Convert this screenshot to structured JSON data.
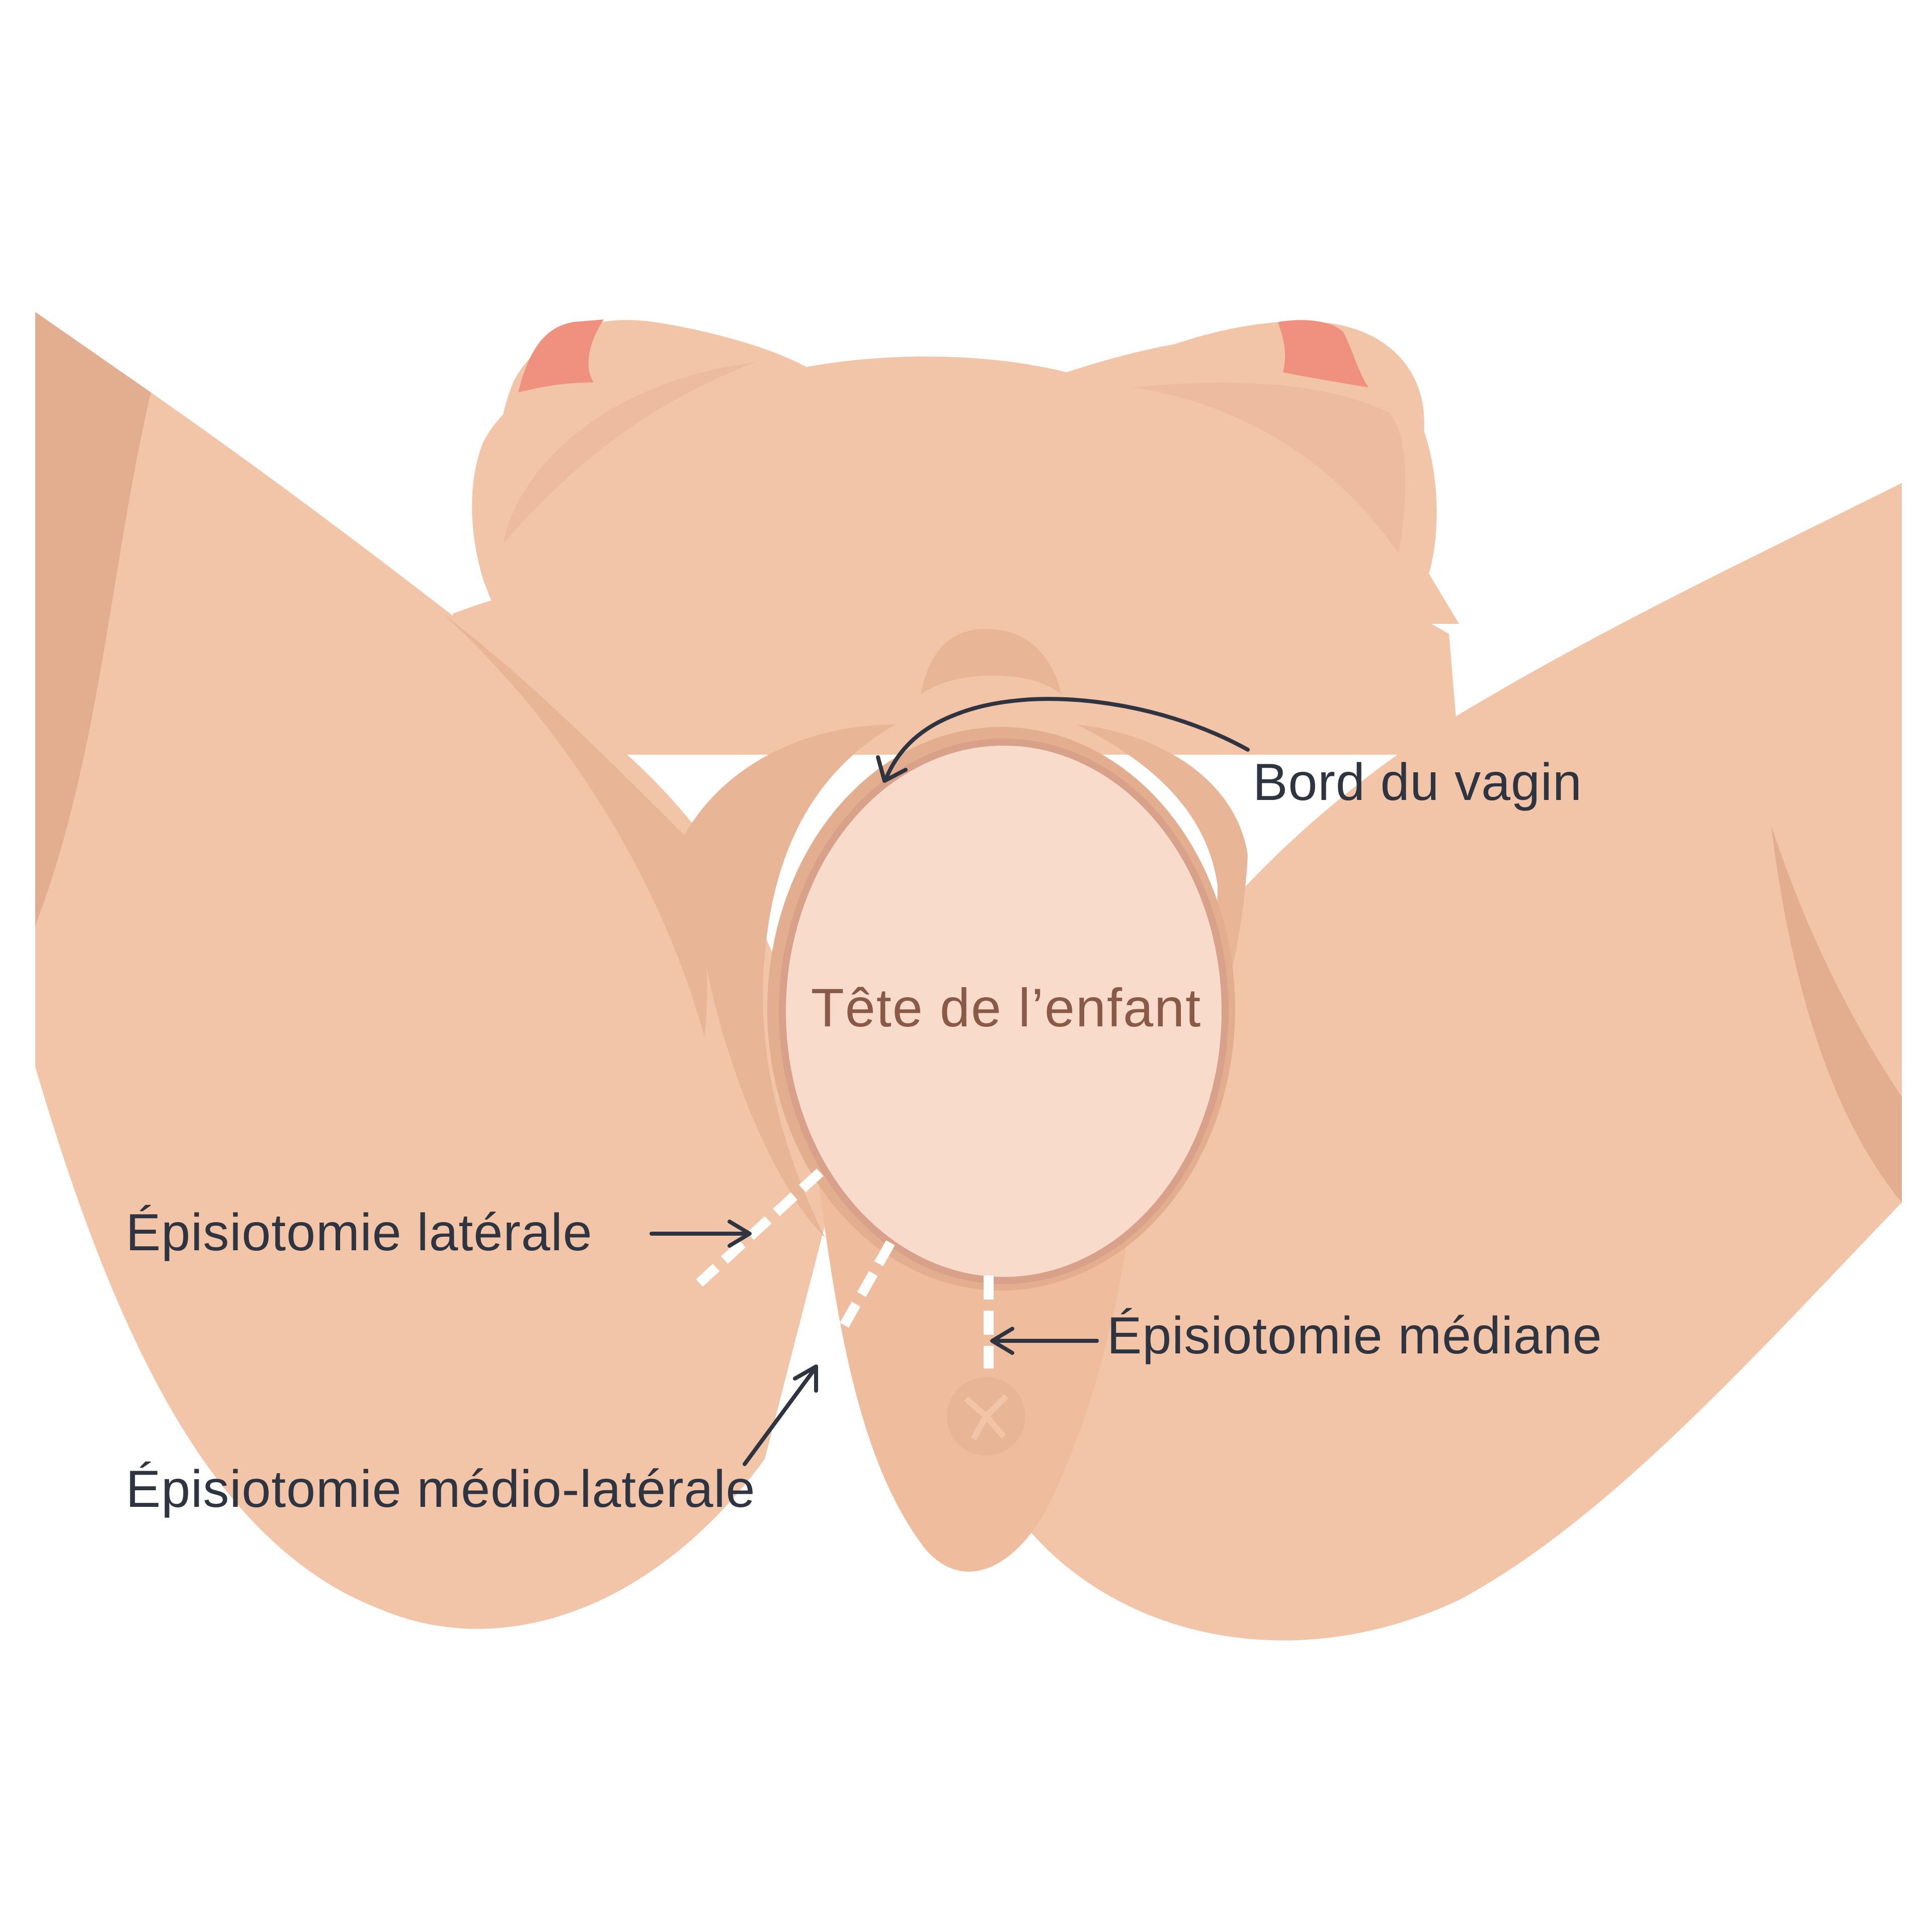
{
  "diagram": {
    "labels": {
      "head": "Tête de l’enfant",
      "vaginal_edge": "Bord du vagin",
      "lateral": "Épisiotomie latérale",
      "medio_lateral": "Épisiotomie médio-latérale",
      "median": "Épisiotomie médiane"
    },
    "colors": {
      "skin": "#F2C4A8",
      "skin_shadow": "#E8B596",
      "skin_dark": "#DDA58A",
      "head": "#F8DBCB",
      "head_outline": "#D9A08A",
      "nipple": "#F0907E",
      "label_text": "#2E3440",
      "head_label_text": "#8A5A48",
      "incision": "#FFFFFF",
      "arrow": "#2E3440"
    }
  }
}
